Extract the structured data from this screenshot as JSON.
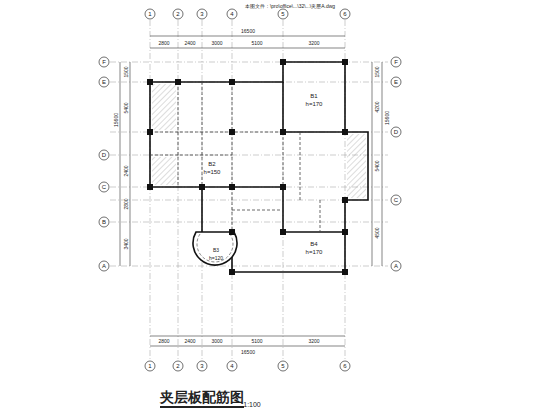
{
  "diagram": {
    "title": "夹层板配筋图",
    "labels": [
      "本图文件：\\pro\\office\\...\\32\\...\\夹层A.dwg",
      "1",
      "2",
      "3",
      "4",
      "5",
      "6",
      "1",
      "2",
      "3",
      "4",
      "5",
      "6",
      "F",
      "E",
      "D",
      "C",
      "B",
      "A",
      "F",
      "E",
      "D",
      "C",
      "A",
      "16500",
      "2800",
      "2400",
      "3000",
      "5100",
      "3200",
      "16500",
      "2800",
      "2400",
      "3000",
      "5100",
      "3200",
      "1500",
      "5400",
      "2400",
      "2800",
      "3400",
      "15600",
      "1500",
      "4200",
      "5400",
      "4500",
      "15600",
      "B1",
      "h=170",
      "B2",
      "h=150",
      "B3",
      "h=120",
      "B4",
      "h=170",
      "1:100"
    ]
  }
}
